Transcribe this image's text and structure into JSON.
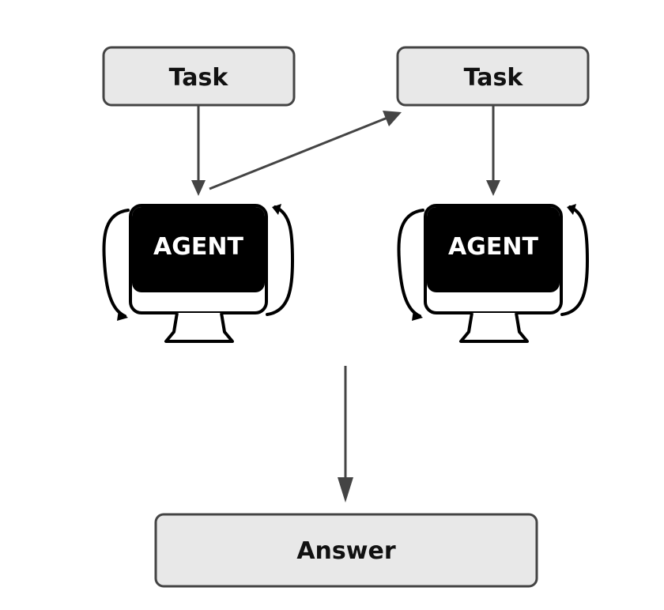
{
  "diagram": {
    "tasks": [
      {
        "label": "Task"
      },
      {
        "label": "Task"
      }
    ],
    "agents": [
      {
        "label": "AGENT"
      },
      {
        "label": "AGENT"
      }
    ],
    "answer": {
      "label": "Answer"
    }
  },
  "colors": {
    "box_fill": "#e8e8e8",
    "box_stroke": "#444444",
    "arrow": "#444444",
    "monitor_screen": "#000000",
    "monitor_outline": "#000000",
    "background": "#ffffff"
  },
  "icons": {
    "agent": "computer-monitor-icon",
    "loop": "circular-arrow-icon"
  }
}
